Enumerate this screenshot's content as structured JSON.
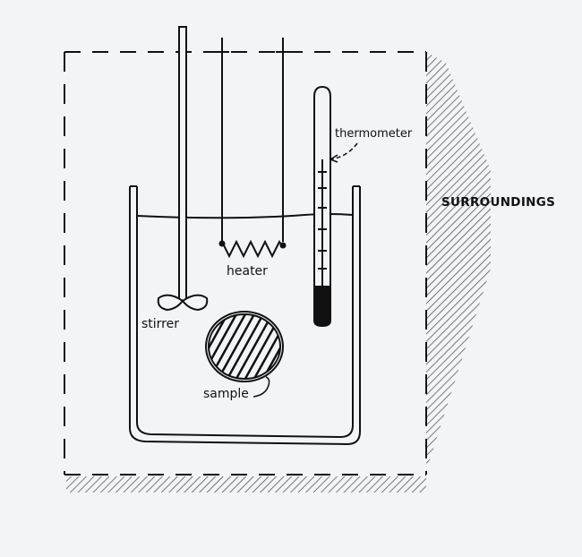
{
  "labels": {
    "thermometer": "thermometer",
    "surroundings": "SURROUNDINGS",
    "heater": "heater",
    "stirrer": "stirrer",
    "sample": "sample"
  },
  "colors": {
    "background": "#f3f4f6",
    "ink": "#111111"
  }
}
